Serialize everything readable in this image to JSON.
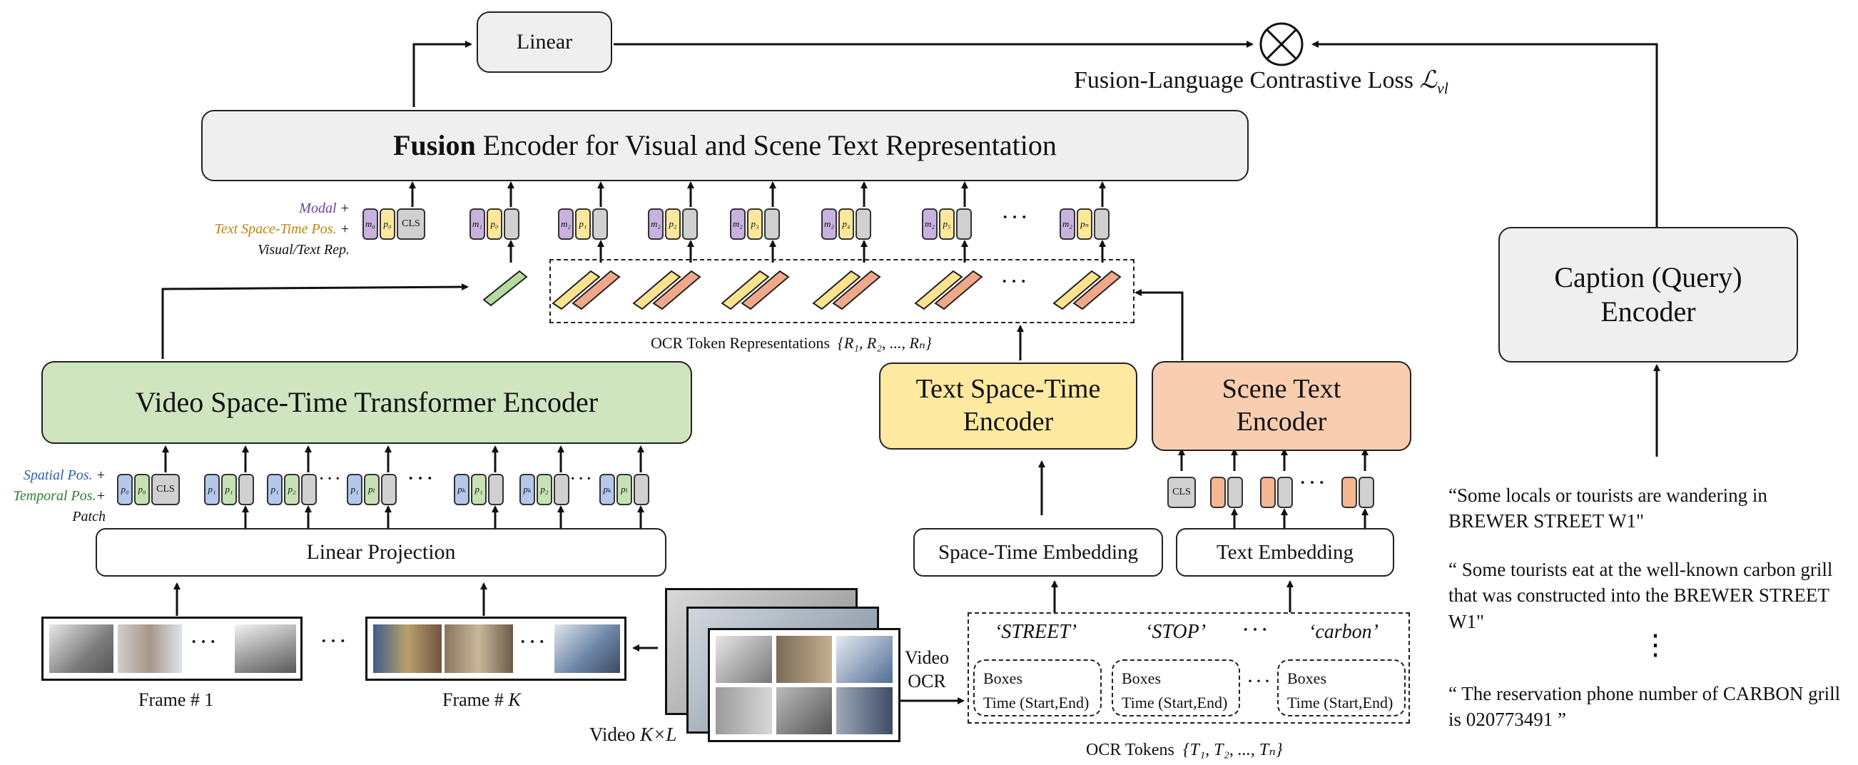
{
  "linear_box": "Linear",
  "loss_label": "Fusion-Language Contrastive Loss",
  "loss_symbol": "ℒ",
  "loss_sub": "vl",
  "fusion_bold": "Fusion",
  "fusion_rest": " Encoder for Visual and Scene Text Representation",
  "legend_top": {
    "modal": "Modal",
    "plus": "+",
    "textpos": "Text Space-Time Pos.",
    "rep": "Visual/Text Rep."
  },
  "legend_bottom": {
    "spatial": "Spatial Pos.",
    "temporal": "Temporal Pos.",
    "plus": "+",
    "patch": "Patch"
  },
  "ocr_repr_label": "OCR Token Representations",
  "ocr_repr_set": "{R₁, R₂, ..., Rₙ}",
  "video_encoder": "Video Space-Time Transformer Encoder",
  "text_st_encoder": "Text Space-Time Encoder",
  "scene_text_encoder": "Scene Text Encoder",
  "caption_encoder": "Caption (Query) Encoder",
  "linear_projection": "Linear Projection",
  "st_embedding": "Space-Time Embedding",
  "text_embedding": "Text Embedding",
  "frame1": "Frame # 1",
  "frameK_prefix": "Frame # ",
  "frameK_var": "K",
  "video_label_prefix": "Video ",
  "video_label_var": "K×L",
  "video_ocr_1": "Video",
  "video_ocr_2": "OCR",
  "ocr_words": [
    "‘STREET’",
    "‘STOP’",
    "‘carbon’"
  ],
  "box_text_1": "Boxes",
  "box_text_2": "Time (Start,End)",
  "ocr_tokens_label": "OCR Tokens",
  "ocr_tokens_set": "{T₁, T₂, ..., Tₙ}",
  "cls": "CLS",
  "token_labels": {
    "m0": "m₀",
    "m1": "m₁",
    "m2": "m₂",
    "p0": "p₀",
    "p1": "p₁",
    "p2": "p₂",
    "p3": "p₃",
    "p4": "p₄",
    "p5": "p₅",
    "pn": "pₙ",
    "pL": "pₗ",
    "pK": "pₖ"
  },
  "ellipsis": "···",
  "vdots": "⋮",
  "captions": [
    "“Some locals or tourists are wandering in BREWER STREET W1\"",
    "“ Some tourists eat at the well-known carbon grill that was constructed into the BREWER STREET W1\"",
    "“ The reservation phone number of CARBON grill is 020773491 ”"
  ]
}
